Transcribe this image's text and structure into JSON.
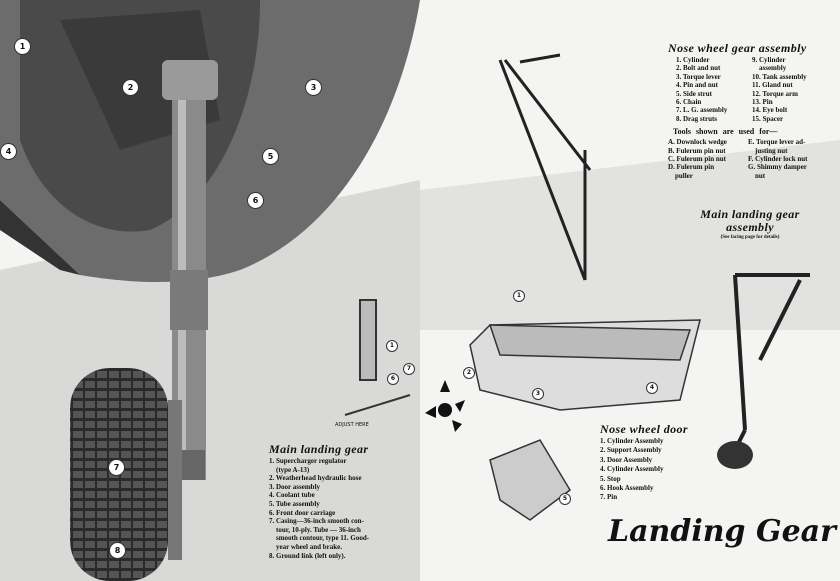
{
  "nose_wheel_gear_assembly": {
    "title": "Nose wheel gear assembly",
    "parts_left": [
      "1. Cylinder",
      "2. Bolt and nut",
      "3. Torque lever",
      "4. Pin and nut",
      "5. Side strut",
      "6. Chain",
      "7. L. G. assembly",
      "8. Drag struts"
    ],
    "parts_right": [
      "9. Cylinder\n    assembly",
      "10. Tank assembly",
      "11. Gland nut",
      "12. Torque arm",
      "13. Pin",
      "14. Eye bolt",
      "15. Spacer"
    ],
    "tools_heading": "Tools shown are used for—",
    "tools_left": [
      "A. Downlock wedge",
      "B. Fulerum pin nut",
      "C. Fulerum pin nut",
      "D. Fulerum pin\n    puller"
    ],
    "tools_right": [
      "E. Torque lever ad-\n    justing nut",
      "F. Cylinder lock nut",
      "G. Shimmy damper\n    nut"
    ]
  },
  "main_landing_gear_assembly": {
    "title": "Main landing gear assembly",
    "note": "(See facing page for details)"
  },
  "main_landing_gear": {
    "title": "Main landing gear",
    "parts": [
      "1. Supercharger regulator\n    (type A-13)",
      "2. Weatherhead hydraulic hose",
      "3. Door assembly",
      "4. Coolant tube",
      "5. Tube assembly",
      "6. Front door carriage",
      "7. Casing—36-inch smooth con-\n    tour, 10-ply. Tube — 36-inch\n    smooth contour, type 11. Good-\n    year wheel and brake.",
      "8. Ground link (left only)."
    ]
  },
  "nose_wheel_door": {
    "title": "Nose wheel door",
    "parts": [
      "1. Cylinder Assembly",
      "2. Support Assembly",
      "3. Door Assembly",
      "4. Cylinder Assembly",
      "5. Stop",
      "6. Hook Assembly",
      "7. Pin"
    ]
  },
  "photo_callouts": [
    "1",
    "2",
    "3",
    "4",
    "5",
    "6",
    "7",
    "8"
  ],
  "door_callouts": [
    "1",
    "2",
    "3",
    "4",
    "5"
  ],
  "detail_callouts": [
    "1",
    "6",
    "7"
  ],
  "detail_label": "ADJUST HERE",
  "page_title": "Landing Gear"
}
